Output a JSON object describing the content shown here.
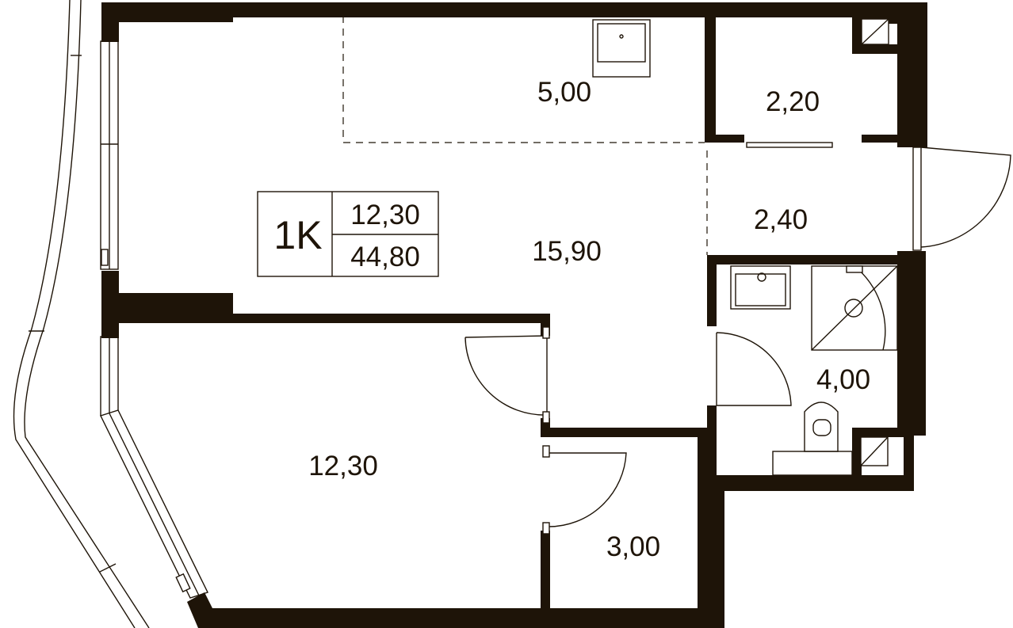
{
  "plan": {
    "rooms": [
      {
        "key": "kitchen_area",
        "area": "5,00"
      },
      {
        "key": "storage_top",
        "area": "2,20"
      },
      {
        "key": "hall",
        "area": "2,40"
      },
      {
        "key": "living",
        "area": "15,90"
      },
      {
        "key": "bathroom",
        "area": "4,00"
      },
      {
        "key": "bedroom",
        "area": "12,30"
      },
      {
        "key": "wardrobe",
        "area": "3,00"
      }
    ],
    "badge": {
      "type": "1K",
      "living_area": "12,30",
      "total_area": "44,80"
    },
    "colors": {
      "wall": "#1e1408",
      "background": "#ffffff"
    }
  }
}
